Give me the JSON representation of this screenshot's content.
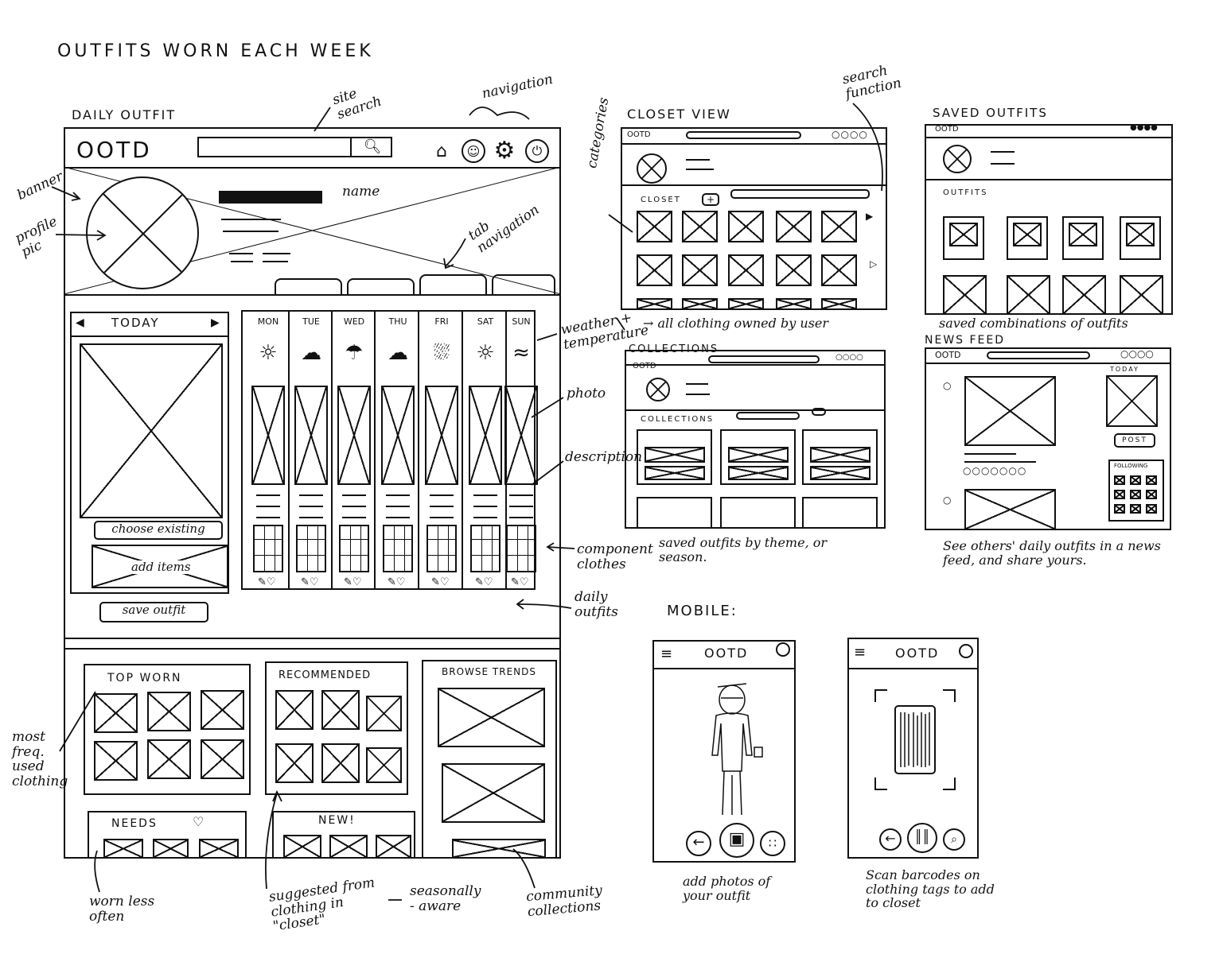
{
  "page_title": "OUTFITS WORN EACH WEEK",
  "desktop": {
    "section_label": "DAILY OUTFIT",
    "logo": "OOTD",
    "nav_icons": [
      "home-icon",
      "profile-icon",
      "gear-icon",
      "power-icon"
    ],
    "search_icon": "search-icon",
    "today_label": "TODAY",
    "days": [
      "MON",
      "TUE",
      "WED",
      "THU",
      "FRI",
      "SAT",
      "SUN"
    ],
    "weather_icons": [
      "sun-icon",
      "cloud-sun-icon",
      "rain-icon",
      "cloud-sun-icon",
      "cloud-rain-icon",
      "sun-icon",
      "wind-icon"
    ],
    "choose_existing": "choose existing",
    "add_items": "add items",
    "save_outfit": "save outfit",
    "top_worn": "TOP WORN",
    "recommended": "RECOMMENDED",
    "browse_trends": "BROWSE TRENDS",
    "needs": "NEEDS",
    "new": "NEW!"
  },
  "annotations": {
    "site_search": "site search",
    "navigation": "navigation",
    "banner": "banner",
    "profile_pic": "profile pic",
    "name": "name",
    "tab_navigation": "tab navigation",
    "weather_temperature": "weather + temperature",
    "photo": "photo",
    "description": "description",
    "component_clothes": "component clothes",
    "daily_outfits": "daily outfits",
    "most_freq": "most freq. used clothing",
    "worn_less_often": "worn less often",
    "suggested": "suggested from clothing in \"closet\"",
    "seasonally_aware": "seasonally - aware",
    "community_collections": "community collections",
    "search_function": "search function",
    "categories": "categories"
  },
  "closet_view": {
    "title": "CLOSET VIEW",
    "logo": "OOTD",
    "closet_label": "CLOSET",
    "plus": "+",
    "caption": "→ all clothing owned by user"
  },
  "saved_outfits": {
    "title": "SAVED OUTFITS",
    "logo": "OOTD",
    "outfits_label": "OUTFITS",
    "caption": "saved combinations of outfits"
  },
  "collections": {
    "title": "COLLECTIONS",
    "logo": "OOTD",
    "collections_label": "COLLECTIONS",
    "caption": "saved outfits by theme, or season."
  },
  "news_feed": {
    "title": "NEWS FEED",
    "logo": "OOTD",
    "today_label": "TODAY",
    "post_label": "POST",
    "following_label": "FOLLOWING",
    "caption": "See others' daily outfits in a news feed, and share yours."
  },
  "mobile": {
    "title": "MOBILE:",
    "logo": "OOTD",
    "menu_icon": "hamburger-icon",
    "screen1_caption": "add photos of your outfit",
    "screen2_caption": "Scan barcodes on clothing tags to add to closet"
  }
}
